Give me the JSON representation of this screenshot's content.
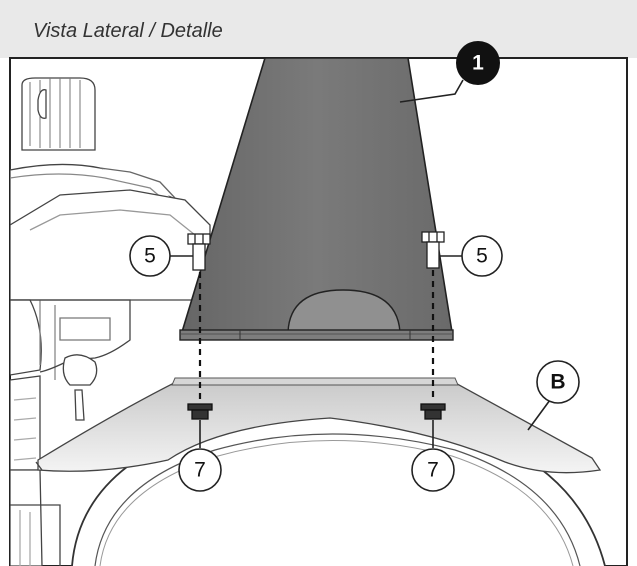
{
  "header": {
    "title": "Vista Lateral / Detalle"
  },
  "callouts": {
    "part_1": "1",
    "bolt_left": "5",
    "bolt_right": "5",
    "nut_left": "7",
    "nut_right": "7",
    "cover_b": "B"
  },
  "colors": {
    "header_bg": "#e9e9e9",
    "plate_fill": "#6f6f6f",
    "line": "#222222",
    "marker_fill": "#111111"
  }
}
